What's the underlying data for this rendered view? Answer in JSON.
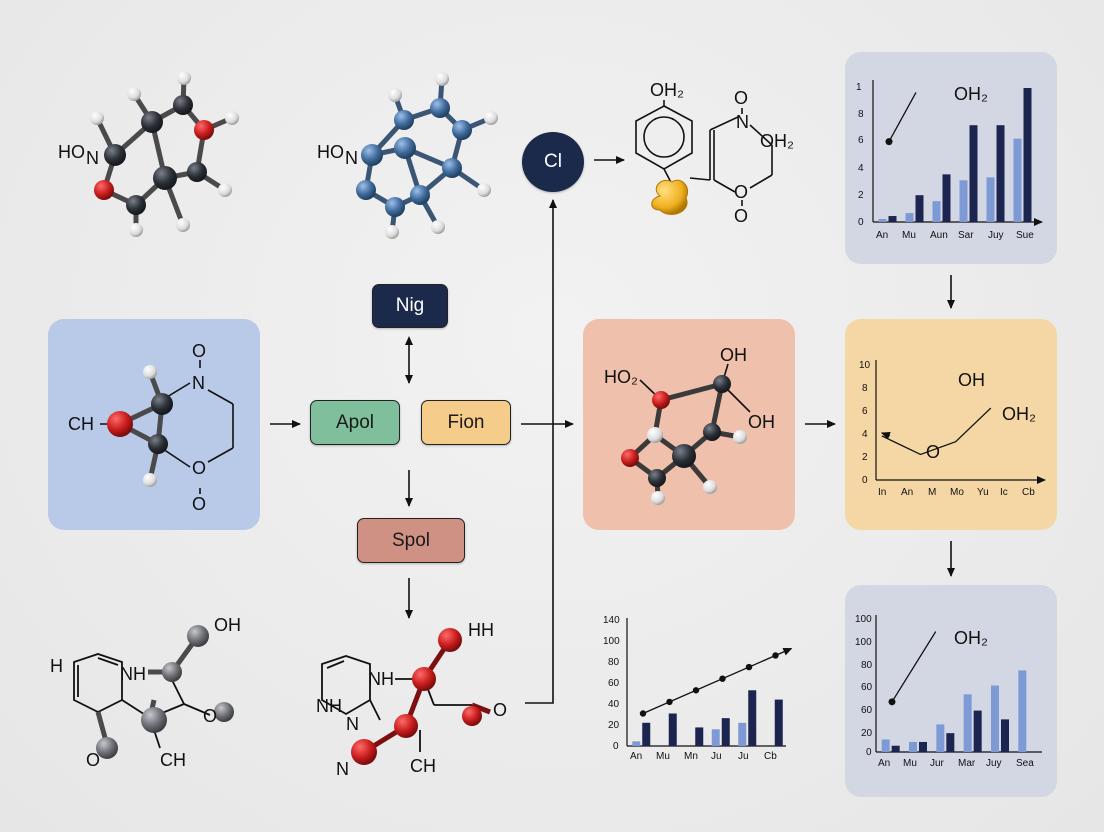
{
  "colors": {
    "panel_blue": "#b9c9e8",
    "panel_salmon": "#efc0ac",
    "panel_orange": "#f5d7a6",
    "panel_gray": "#d3d6e3",
    "node_apol": "#7fbf9b",
    "node_fion": "#f6cc8a",
    "node_spol": "#cf9184",
    "node_nig": "#1b2a4a",
    "atom_dark": "#2b2f36",
    "atom_red": "#c81d1d",
    "atom_blue": "#3f6a9c",
    "bar_light": "#7e9ad4",
    "bar_dark": "#1b2550"
  },
  "nodes": {
    "nig": "Nig",
    "apol": "Apol",
    "fion": "Fion",
    "spol": "Spol",
    "cl": "Cl"
  },
  "molecules": {
    "m1": {
      "label_hon": "HO",
      "label_n": "N"
    },
    "m2": {
      "label_hon": "HO",
      "label_n": "N"
    },
    "m3": {
      "oh2": "OH₂",
      "o_n": "O",
      "n": "N",
      "oh2b": "OH₂",
      "o": "O",
      "o_bottom": "O"
    },
    "m4": {
      "o_top": "O",
      "n": "N",
      "ch": "CH",
      "o": "O",
      "o_bottom": "O"
    },
    "m5": {
      "ho2": "HO₂",
      "oh_top": "OH",
      "oh_right": "OH"
    },
    "m6": {
      "hn": "H",
      "nh": "NH",
      "oh": "OH",
      "o": "O",
      "o_bottom": "O",
      "ch": "CH"
    },
    "m7": {
      "hh": "HH",
      "nh_top": "NH",
      "nh_left": "NH",
      "n_mid": "N",
      "o": "O",
      "n_bottom": "N",
      "ch": "CH"
    }
  },
  "charts_text": {
    "c1": {
      "formula": "OH₂",
      "yticks": [
        "8",
        "6",
        "4",
        "2",
        "0"
      ],
      "y_top_mark": "1",
      "xticks": [
        "An",
        "Mu",
        "Aun",
        "Sar",
        "Juy",
        "Sue"
      ]
    },
    "c2": {
      "formula_oh": "OH",
      "formula_oh2": "OH₂",
      "formula_o": "O",
      "yticks": [
        "10",
        "8",
        "6",
        "4",
        "2",
        "0"
      ],
      "xticks": [
        "In",
        "An",
        "M",
        "Mo",
        "Yu",
        "Ic",
        "Cb"
      ]
    },
    "c3": {
      "yticks": [
        "140",
        "100",
        "80",
        "60",
        "40",
        "20",
        "0"
      ],
      "xticks": [
        "An",
        "Mu",
        "Mn",
        "Ju",
        "Ju",
        "Cb"
      ]
    },
    "c4": {
      "formula": "OH₂",
      "yticks": [
        "100",
        "100",
        "80",
        "60",
        "60",
        "20",
        "0"
      ],
      "xticks": [
        "An",
        "Mu",
        "Jur",
        "Mar",
        "Juy",
        "Sea"
      ]
    }
  },
  "chart_data": [
    {
      "type": "bar",
      "categories": [
        "An",
        "Mu",
        "Aun",
        "Sar",
        "Juy",
        "Sue"
      ],
      "ylim": [
        0,
        9
      ],
      "series": [
        {
          "values": [
            0.2,
            0.6,
            1.4,
            2.8,
            3.0,
            5.6
          ]
        },
        {
          "values": [
            0.4,
            1.8,
            3.2,
            6.5,
            6.5,
            9.0
          ]
        }
      ],
      "trend": [
        [
          0,
          5.4
        ],
        [
          1,
          8.7
        ]
      ]
    },
    {
      "type": "line",
      "categories": [
        "In",
        "An",
        "M",
        "Mo",
        "Yu",
        "Ic",
        "Cb"
      ],
      "ylim": [
        0,
        10
      ],
      "x": [
        0.25,
        1.9,
        3.4,
        4.9
      ],
      "y": [
        3.8,
        2.2,
        3.3,
        6.2
      ]
    },
    {
      "type": "bar",
      "categories": [
        "An",
        "Mu",
        "Mn",
        "Ju",
        "Ju",
        "Cb"
      ],
      "ylim": [
        0,
        140
      ],
      "series": [
        {
          "values": [
            5,
            0,
            0,
            18,
            25,
            0
          ]
        },
        {
          "values": [
            25,
            35,
            20,
            30,
            60,
            50
          ]
        }
      ],
      "trend": [
        [
          0,
          35
        ],
        [
          5.6,
          105
        ]
      ]
    },
    {
      "type": "bar",
      "categories": [
        "An",
        "Mu",
        "Jur",
        "Mar",
        "Juy",
        "Sea"
      ],
      "ylim": [
        0,
        110
      ],
      "series": [
        {
          "values": [
            10,
            8,
            22,
            46,
            53,
            65
          ]
        },
        {
          "values": [
            5,
            8,
            15,
            33,
            26,
            0
          ]
        }
      ],
      "trend": [
        [
          0,
          40
        ],
        [
          1.6,
          96
        ]
      ]
    }
  ]
}
